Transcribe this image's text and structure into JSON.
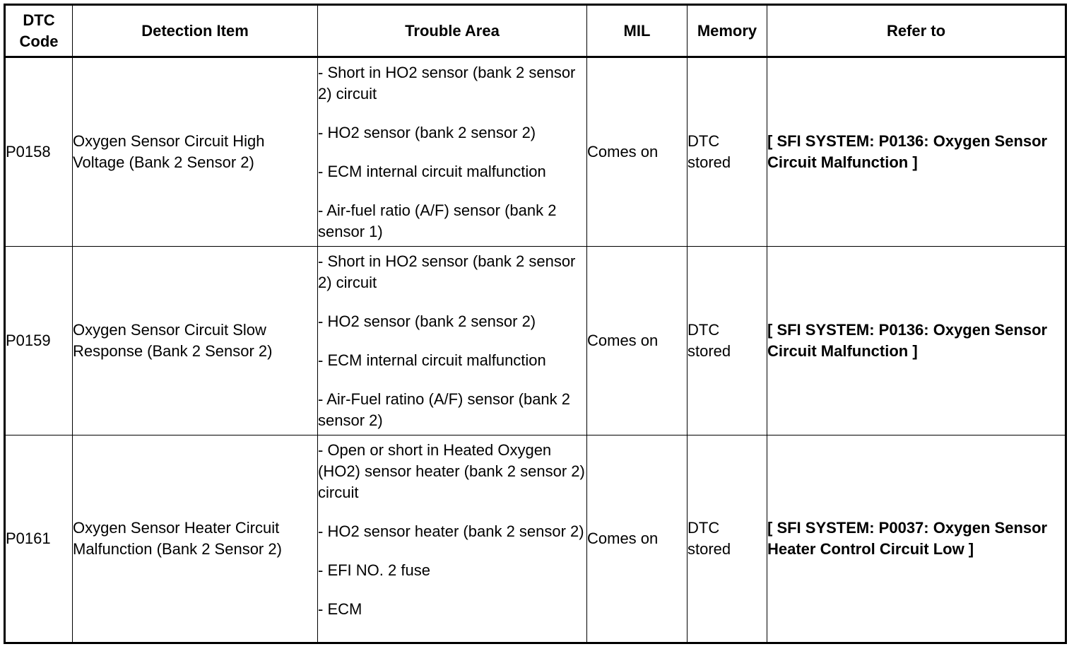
{
  "headers": {
    "code": "DTC Code",
    "item": "Detection Item",
    "trouble": "Trouble Area",
    "mil": "MIL",
    "memory": "Memory",
    "refer": "Refer to"
  },
  "rows": [
    {
      "code": "P0158",
      "item": "Oxygen Sensor Circuit High Voltage (Bank 2 Sensor 2)",
      "trouble": [
        "- Short in HO2 sensor (bank 2 sensor 2) circuit",
        "- HO2 sensor (bank 2 sensor 2)",
        "- ECM internal circuit malfunction",
        "- Air-fuel ratio (A/F) sensor (bank 2 sensor 1)"
      ],
      "mil": "Comes on",
      "memory": "DTC stored",
      "refer": "[ SFI SYSTEM: P0136: Oxygen Sensor Circuit Malfunction ]"
    },
    {
      "code": "P0159",
      "item": "Oxygen Sensor Circuit Slow Response (Bank 2 Sensor 2)",
      "trouble": [
        "- Short in HO2 sensor (bank 2 sensor 2) circuit",
        "- HO2 sensor (bank 2 sensor 2)",
        "- ECM internal circuit malfunction",
        "- Air-Fuel ratino (A/F) sensor (bank 2 sensor 2)"
      ],
      "mil": "Comes on",
      "memory": "DTC stored",
      "refer": "[ SFI SYSTEM: P0136: Oxygen Sensor Circuit Malfunction ]"
    },
    {
      "code": "P0161",
      "item": "Oxygen Sensor Heater Circuit Malfunction (Bank 2 Sensor 2)",
      "trouble": [
        "- Open or short in Heated Oxygen (HO2) sensor heater (bank 2 sensor 2) circuit",
        "- HO2 sensor heater (bank 2 sensor 2)",
        "- EFI NO. 2 fuse",
        "- ECM"
      ],
      "mil": "Comes on",
      "memory": "DTC stored",
      "refer": "[ SFI SYSTEM: P0037: Oxygen Sensor Heater Control Circuit Low ]"
    }
  ]
}
